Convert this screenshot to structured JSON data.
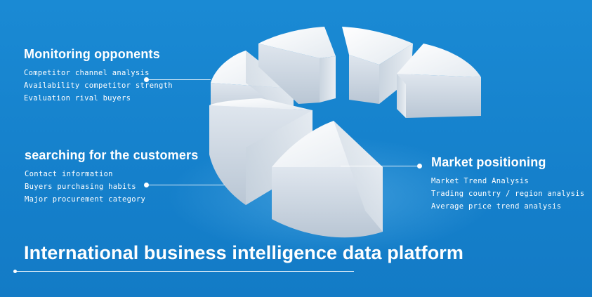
{
  "sections": {
    "monitoring": {
      "title": "Monitoring opponents",
      "items": [
        "Competitor channel analysis",
        "Availability competitor strength",
        "Evaluation rival buyers"
      ]
    },
    "customers": {
      "title": "searching for the customers",
      "items": [
        "Contact information",
        "Buyers purchasing habits",
        "Major procurement category"
      ]
    },
    "market": {
      "title": "Market positioning",
      "items": [
        "Market Trend Analysis",
        "Trading country / region analysis",
        "Average price trend analysis"
      ]
    }
  },
  "headline": "International business intelligence data platform",
  "colors": {
    "background": "#1580cb",
    "text": "#ffffff",
    "segment_top": "#f6f8fa",
    "segment_side": "#c4d0dc"
  }
}
